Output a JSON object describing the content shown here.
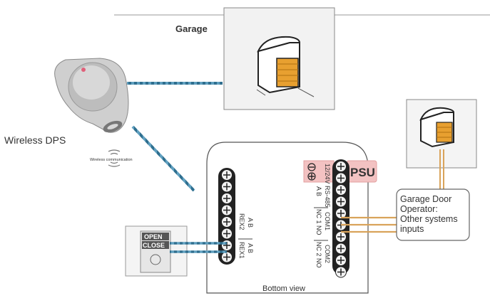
{
  "labels": {
    "garage": "Garage",
    "wireless_dps": "Wireless DPS",
    "wireless_communication": "Wireless communication",
    "psu": "PSU",
    "bottom_view": "Bottom view",
    "open": "OPEN",
    "close": "CLOSE",
    "operator_line1": "Garage Door",
    "operator_line2": "Operator:",
    "operator_line3": "Other systems",
    "operator_line4": "inputs"
  },
  "terminals_right": {
    "power": "12/24V",
    "rs485": "RS-485",
    "rs485_ab": "A  B",
    "com1": "COM1",
    "nc1no": "NC 1 NO",
    "com2": "COM2",
    "nc2no": "NC 2 NO"
  },
  "terminals_left": {
    "rex2": "REX2",
    "rex2_ab": "A  B",
    "rex1": "REX1",
    "rex1_ab": "A  B"
  },
  "symbols": {
    "minus": "−",
    "plus": "+"
  },
  "colors": {
    "cable_blue": "#2f6f8f",
    "cable_orange": "#d9a35a",
    "garage_door": "#e8a030",
    "psu_highlight": "#f3c2c2",
    "board_outline": "#555555"
  }
}
